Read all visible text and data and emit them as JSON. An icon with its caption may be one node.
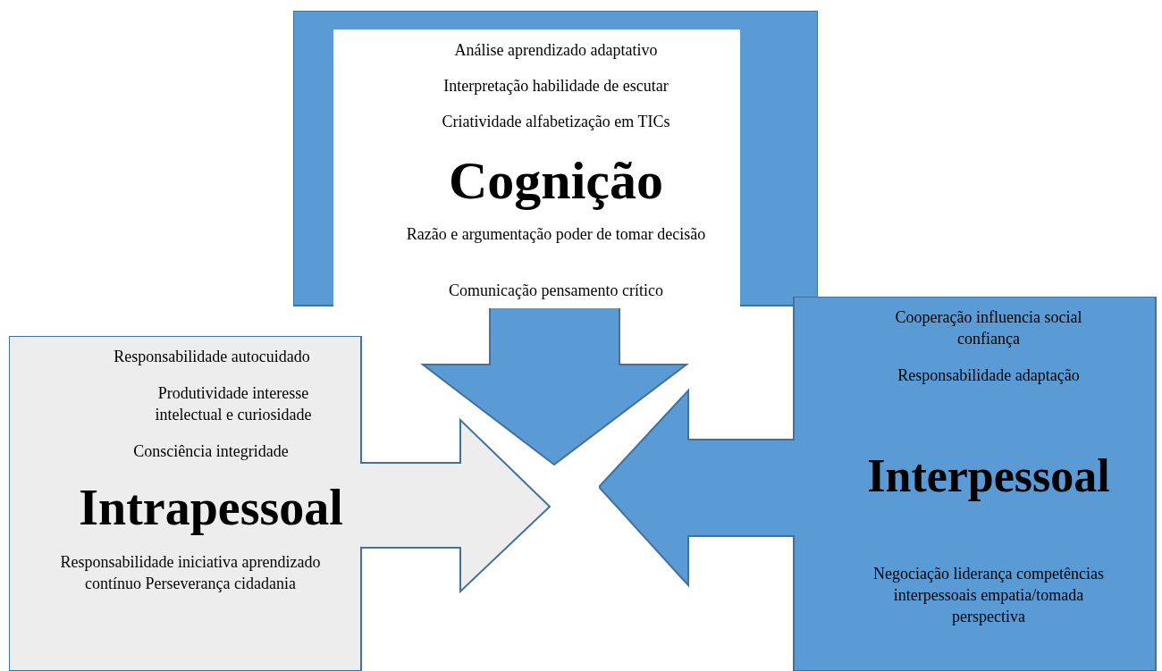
{
  "diagram": {
    "nodes": [
      {
        "text": [
          "Análise aprendizado adaptativo",
          "Interpretação habilidade de escutar",
          "Criatividade alfabetização em TICs",
          "Cognição",
          "Razão e argumentação poder de tomar decisão",
          "Comunicação pensamento crítico"
        ]
      },
      {
        "text": [
          "Responsabilidade autocuidado",
          "Produtividade interesse intelectual e curiosidade",
          "Consciência integridade",
          "Intrapessoal",
          "Responsabilidade iniciativa aprendizado contínuo Perseverança cidadania"
        ]
      },
      {
        "text": [
          "Cooperação influencia social confiança",
          "Responsabilidade adaptação",
          "Interpessoal",
          "Negociação liderança competências interpessoais empatia/tomada perspectiva"
        ]
      }
    ]
  }
}
